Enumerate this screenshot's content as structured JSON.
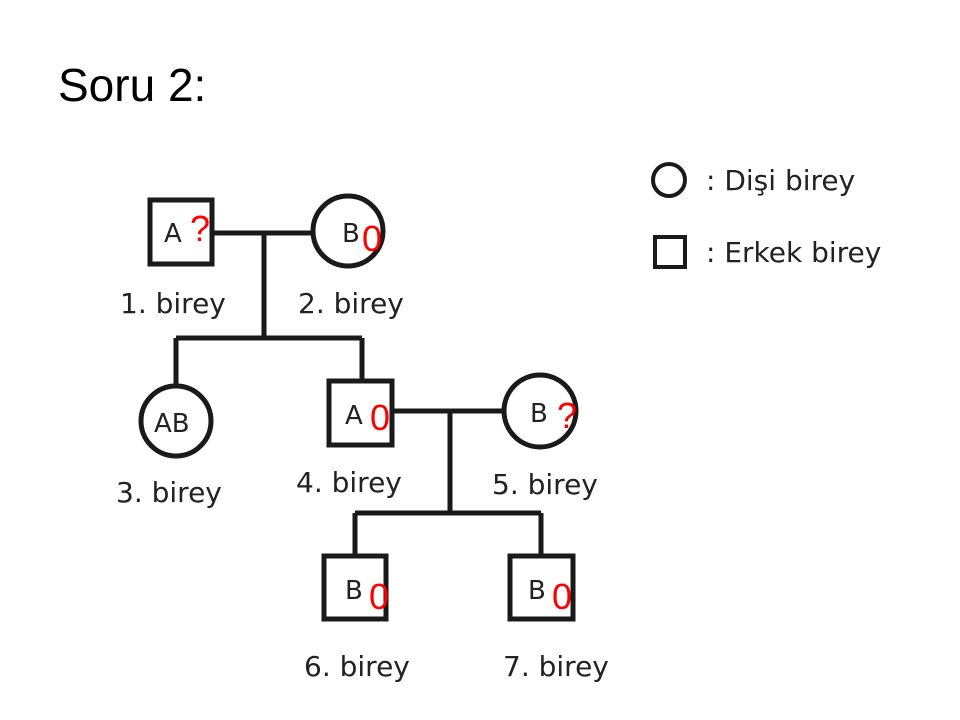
{
  "slide": {
    "title": "Soru 2:"
  },
  "legend": {
    "female": ": Dişi birey",
    "male": ": Erkek birey"
  },
  "individuals": [
    {
      "id": "1",
      "sex": "male",
      "phenotype": "A",
      "mark": "?",
      "label": "1. birey"
    },
    {
      "id": "2",
      "sex": "female",
      "phenotype": "B",
      "mark": "0",
      "label": "2. birey"
    },
    {
      "id": "3",
      "sex": "female",
      "phenotype": "AB",
      "mark": "",
      "label": "3. birey"
    },
    {
      "id": "4",
      "sex": "male",
      "phenotype": "A",
      "mark": "0",
      "label": "4. birey"
    },
    {
      "id": "5",
      "sex": "female",
      "phenotype": "B",
      "mark": "?",
      "label": "5. birey"
    },
    {
      "id": "6",
      "sex": "male",
      "phenotype": "B",
      "mark": "0",
      "label": "6. birey"
    },
    {
      "id": "7",
      "sex": "male",
      "phenotype": "B",
      "mark": "0",
      "label": "7. birey"
    }
  ],
  "colors": {
    "line": "#1a1a1a",
    "mark": "#ff0000"
  }
}
